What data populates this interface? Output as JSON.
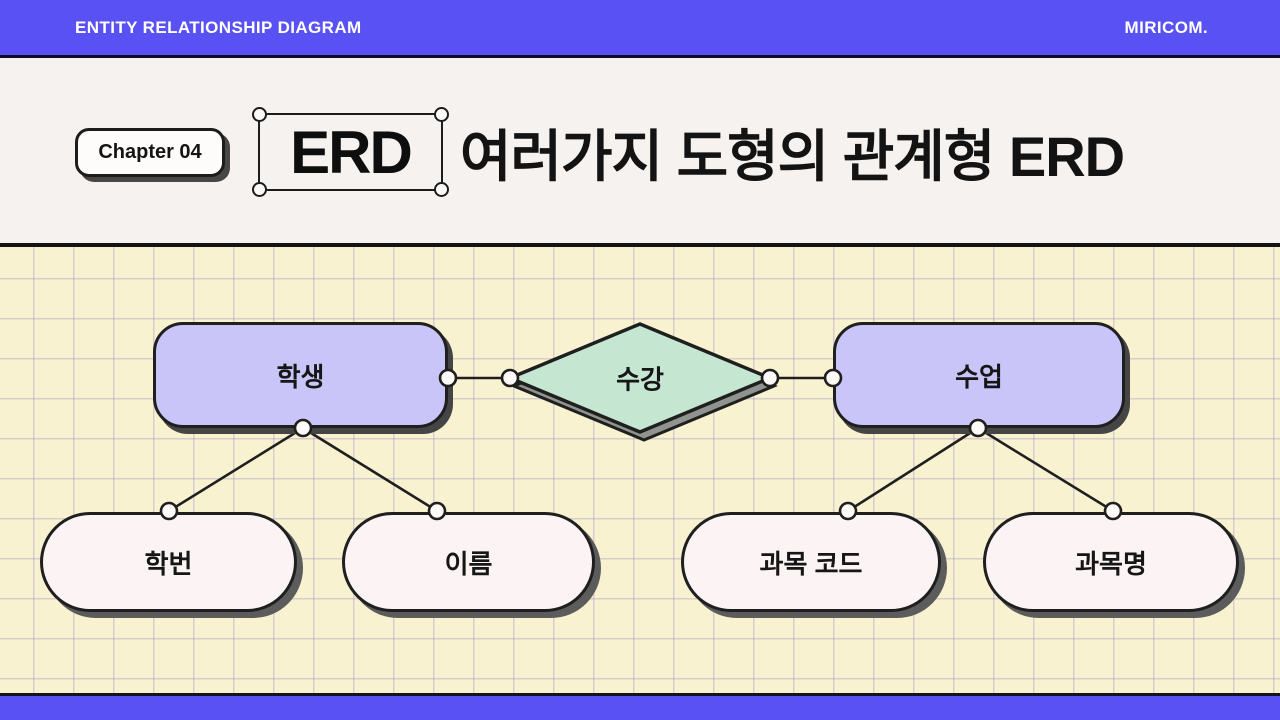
{
  "topbar": {
    "title": "ENTITY RELATIONSHIP DIAGRAM",
    "brand": "MIRICOM."
  },
  "header": {
    "chapter_badge": "Chapter 04",
    "highlight_word": "ERD",
    "title": "여러가지 도형의 관계형 ERD"
  },
  "diagram": {
    "entities": [
      {
        "id": "student",
        "label": "학생"
      },
      {
        "id": "course",
        "label": "수업"
      }
    ],
    "relationship": {
      "label": "수강"
    },
    "attributes": [
      {
        "of": "student",
        "label": "학번"
      },
      {
        "of": "student",
        "label": "이름"
      },
      {
        "of": "course",
        "label": "과목 코드"
      },
      {
        "of": "course",
        "label": "과목명"
      }
    ]
  },
  "colors": {
    "accent_bar": "#5951F3",
    "header_bg": "#F6F2EF",
    "canvas_bg": "#F8F2D1",
    "grid_line": "#D9D3E2",
    "entity_fill": "#C9C5F8",
    "relationship_fill": "#C5E7D2",
    "attribute_fill": "#FBF3F4",
    "stroke": "#1F1F1F",
    "shadow": "#474747",
    "text": "#131313"
  }
}
